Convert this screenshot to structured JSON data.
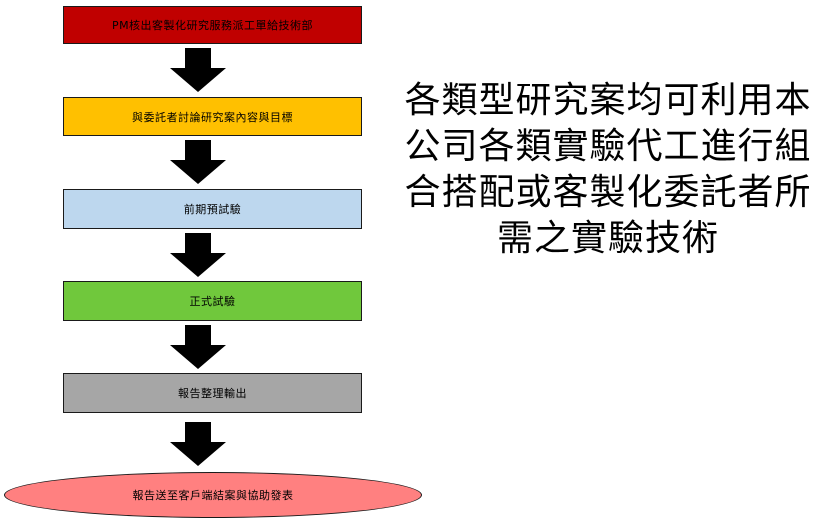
{
  "flow": {
    "steps": [
      {
        "label": "PM核出客製化研究服務派工單給技術部",
        "color": "#c00000"
      },
      {
        "label": "與委託者討論研究案內容與目標",
        "color": "#ffc000"
      },
      {
        "label": "前期預試驗",
        "color": "#bdd7ee"
      },
      {
        "label": "正式試驗",
        "color": "#70c83c"
      },
      {
        "label": "報告整理輸出",
        "color": "#a6a6a6"
      },
      {
        "label": "報告送至客戶端結案與協助發表",
        "color": "#ff8080"
      }
    ]
  },
  "description": {
    "lines": [
      "各類型研究案均可利用本",
      "公司各類實驗代工進行組",
      "合搭配或客製化委託者所",
      "需之實驗技術"
    ]
  }
}
